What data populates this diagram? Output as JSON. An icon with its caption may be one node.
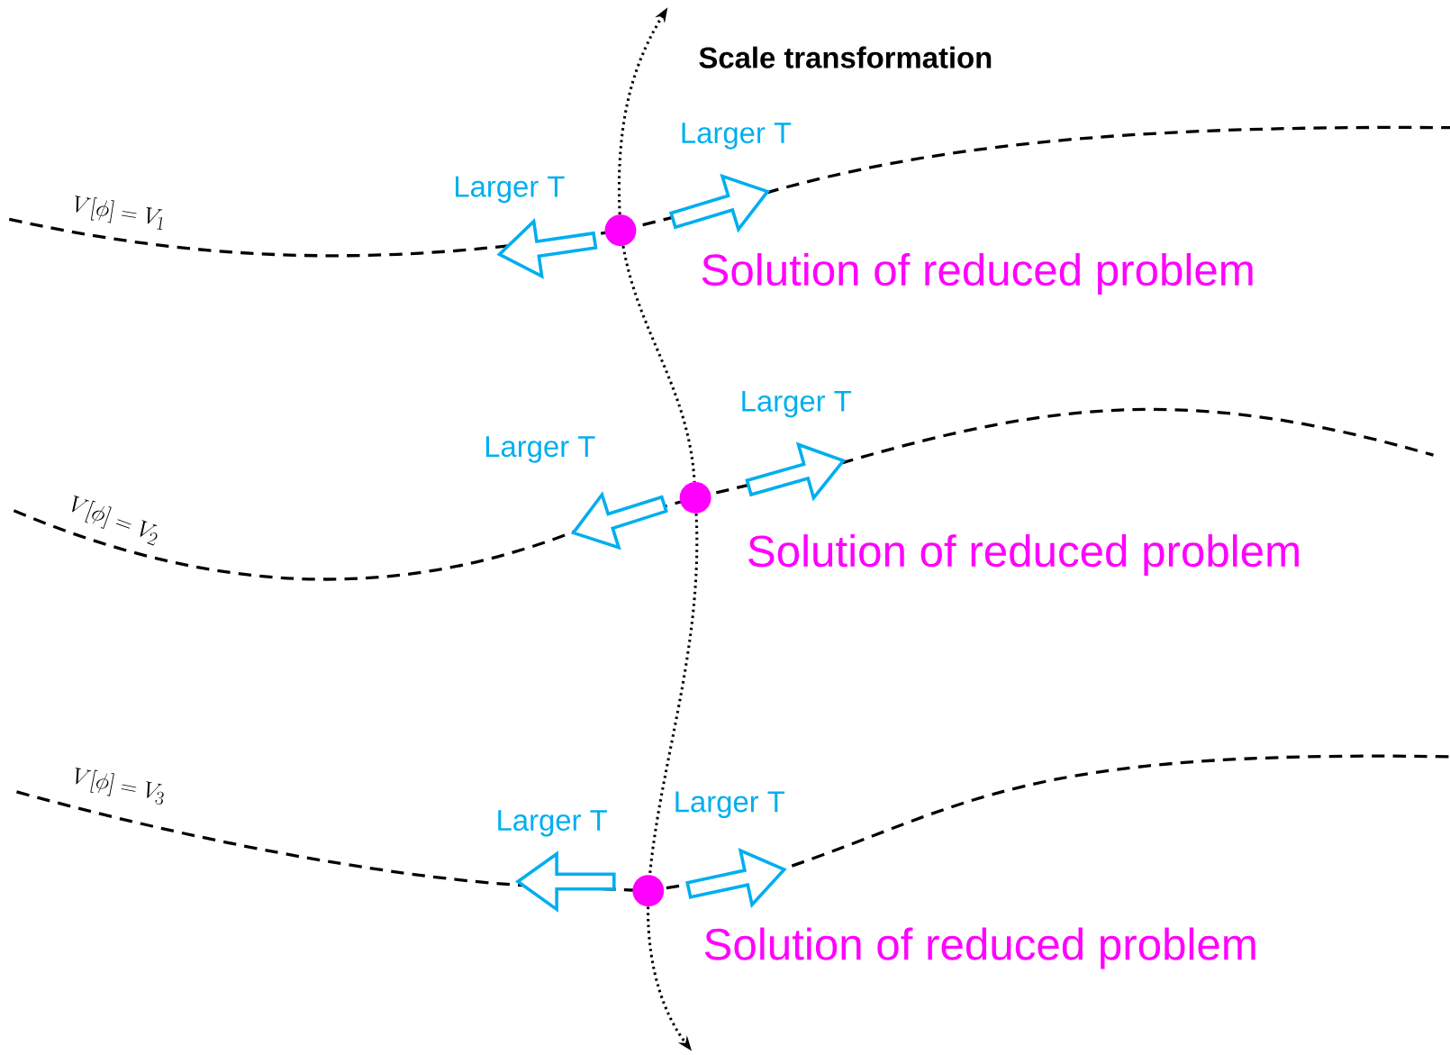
{
  "diagram": {
    "nodes": [
      {
        "text": [],
        "shape": "circle",
        "beside": [
          "Solution of reduced problem"
        ]
      },
      {
        "text": [],
        "shape": "circle",
        "beside": [
          "Solution of reduced problem"
        ]
      },
      {
        "text": [],
        "shape": "circle",
        "beside": [
          "Solution of reduced problem"
        ]
      }
    ],
    "edges": [
      {
        "from": 0,
        "to": null,
        "arrow": "to"
      },
      {
        "from": 0,
        "to": 1,
        "arrow": "none"
      },
      {
        "from": 1,
        "to": 2,
        "arrow": "none"
      },
      {
        "from": 2,
        "to": null,
        "arrow": "to"
      }
    ],
    "labels": [
      "Scale transformation",
      "Larger T",
      "Larger T",
      "V[\\phi] = V_1",
      "Larger T",
      "Larger T",
      "V[\\phi] = V_2",
      "Larger T",
      "Larger T",
      "V[\\phi] = V_3"
    ]
  }
}
